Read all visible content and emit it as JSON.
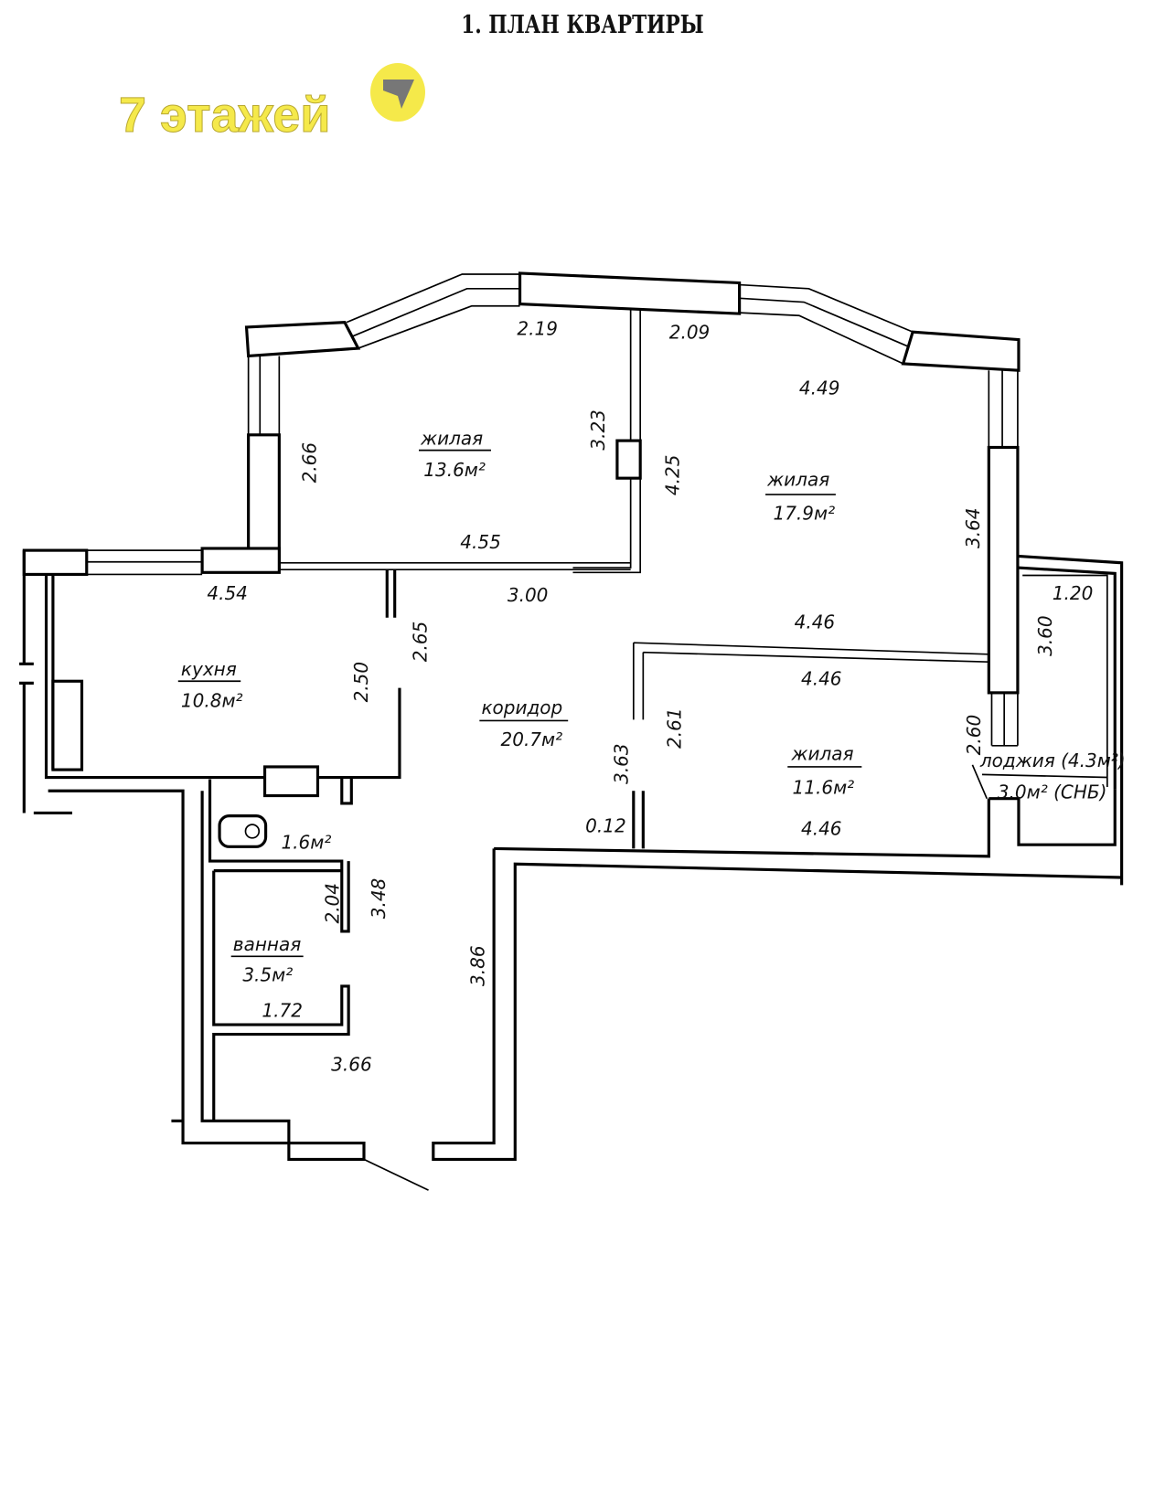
{
  "title": "1. ПЛАН КВАРТИРЫ",
  "badge": {
    "text": "7 этажей",
    "logo_digit": "7",
    "color": "#f5e94a"
  },
  "rooms": {
    "living1": {
      "name": "жилая",
      "area": "13.6м²"
    },
    "living2": {
      "name": "жилая",
      "area": "17.9м²"
    },
    "living3": {
      "name": "жилая",
      "area": "11.6м²"
    },
    "kitchen": {
      "name": "кухня",
      "area": "10.8м²"
    },
    "corridor": {
      "name": "коридор",
      "area": "20.7м²"
    },
    "toilet": {
      "area": "1.6м²"
    },
    "bath": {
      "name": "ванная",
      "area": "3.5м²"
    },
    "loggia": {
      "name": "лоджия (4.3м²)",
      "area": "3.0м² (СНБ)"
    }
  },
  "dimensions": [
    "2.19",
    "2.09",
    "4.49",
    "2.66",
    "3.23",
    "4.25",
    "3.64",
    "4.55",
    "4.54",
    "3.00",
    "2.65",
    "2.50",
    "4.46",
    "4.46",
    "1.20",
    "3.60",
    "2.61",
    "3.63",
    "2.60",
    "0.12",
    "4.46",
    "3.48",
    "2.04",
    "1.72",
    "3.66",
    "3.86"
  ]
}
